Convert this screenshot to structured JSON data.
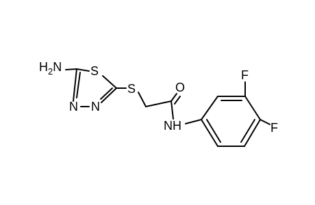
{
  "molecule": {
    "atoms": {
      "nh2_n": "N",
      "nh2_h": "H",
      "nh2_sub": "2",
      "ring_s": "S",
      "ring_n3": "N",
      "ring_n4": "N",
      "thioether_s": "S",
      "carbonyl_o": "O",
      "amide_n": "N",
      "amide_h": "H",
      "f3": "F",
      "f4": "F"
    }
  }
}
